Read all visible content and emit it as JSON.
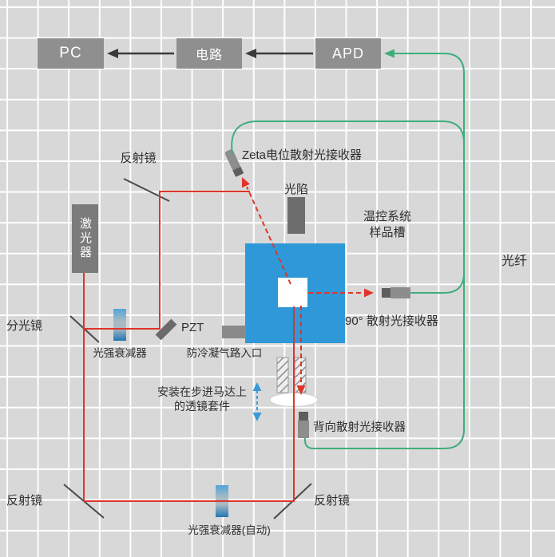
{
  "colors": {
    "background": "#d8d8d8",
    "grid_line": "#ffffff",
    "component_gray": "#8f8f8f",
    "laser_box_gray": "#7b7b7b",
    "sample_cell_blue": "#2f98d8",
    "laser_beam_red": "#df342b",
    "fiber_green": "#3fae7c",
    "motor_arrow_blue": "#3a9ad9",
    "black_arrow": "#3a3a3a"
  },
  "boxes": {
    "pc": "PC",
    "circuit": "电路",
    "apd": "APD",
    "laser": "激光器"
  },
  "labels": {
    "mirror_top": "反射镜",
    "zeta_receiver": "Zeta电位散射光接收器",
    "light_trap": "光陷",
    "temp_line1": "温控系统",
    "temp_line2": "样品槽",
    "optical_fiber": "光纤",
    "beam_splitter": "分光镜",
    "attenuator": "光强衰减器",
    "pzt": "PZT",
    "gas_inlet": "防冷凝气路入口",
    "receiver_90": "90° 散射光接收器",
    "lens_line1": "安装在步进马达上",
    "lens_line2": "的透镜套件",
    "back_receiver": "背向散射光接收器",
    "mirror_bottom_left": "反射镜",
    "mirror_bottom_right": "反射镜",
    "attenuator_auto": "光强衰减器(自动)"
  }
}
